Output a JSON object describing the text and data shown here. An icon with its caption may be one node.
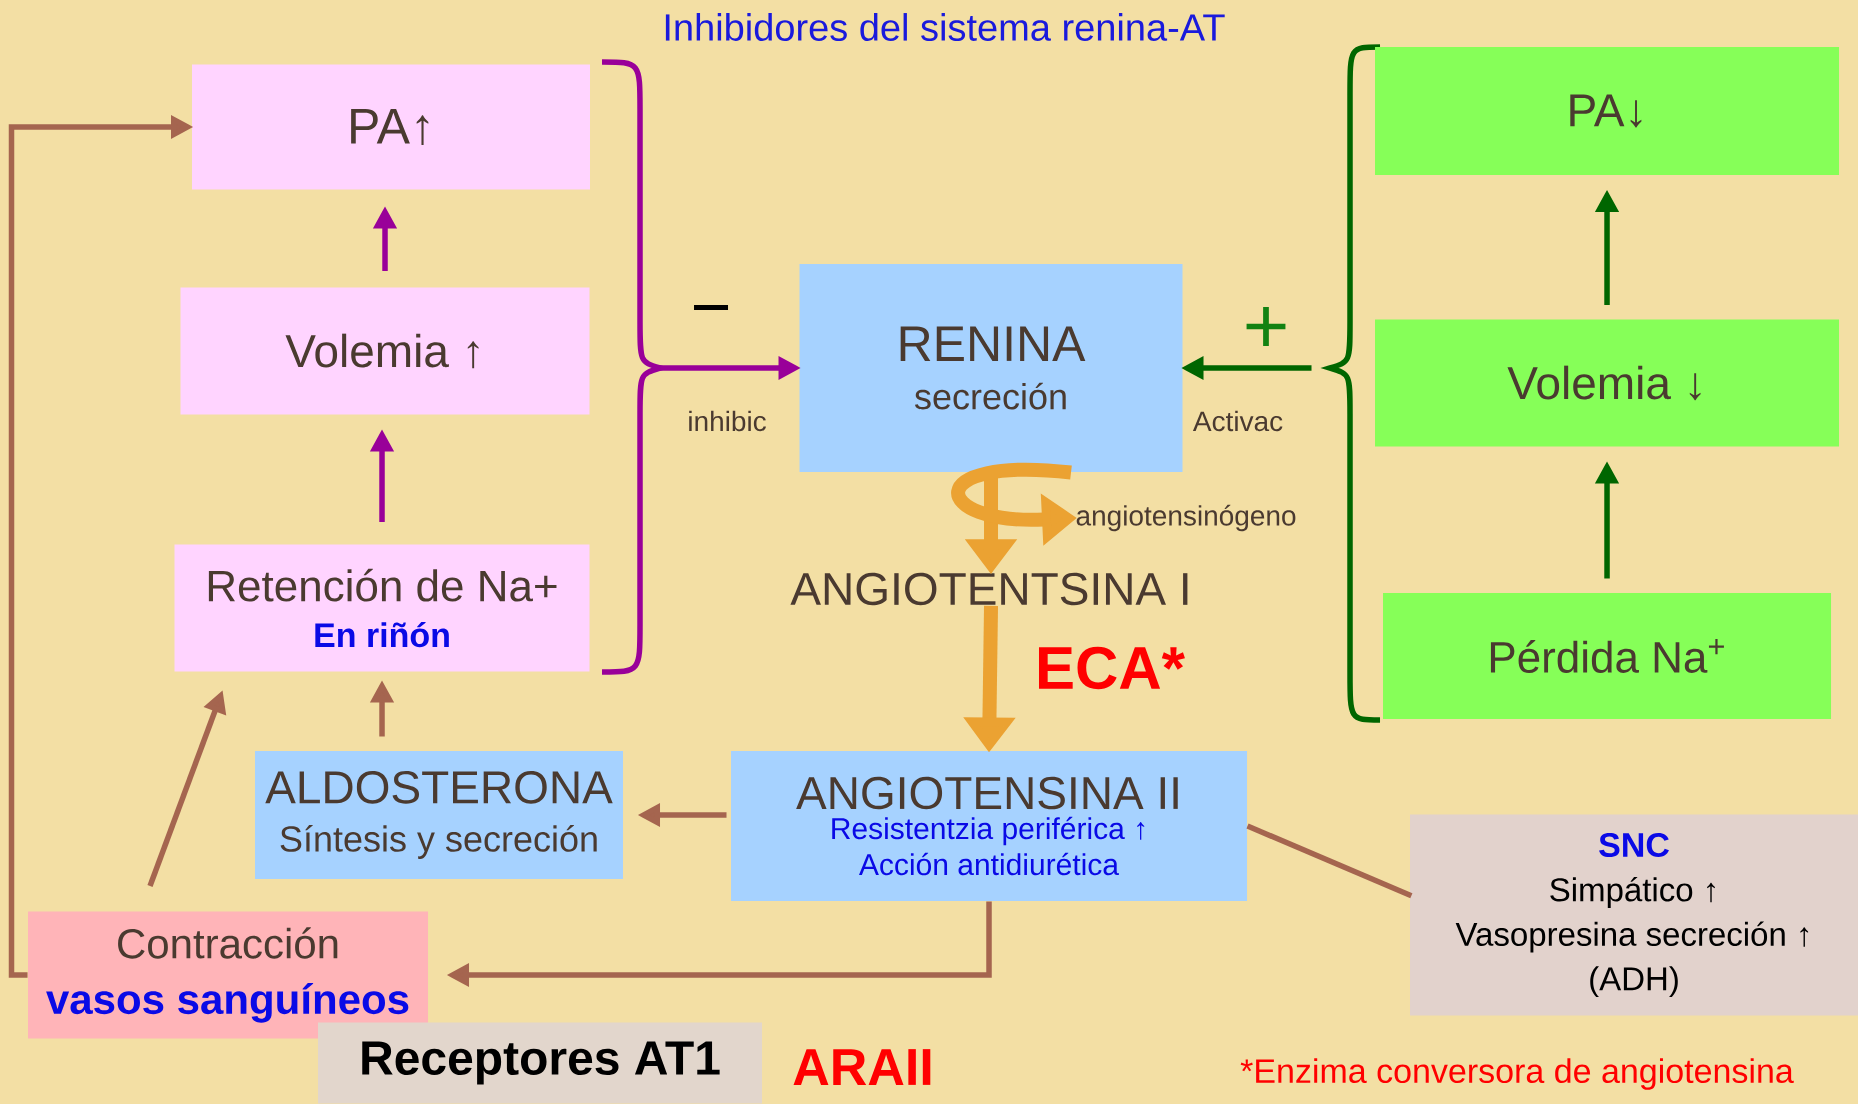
{
  "diagram": {
    "title": "Inhibidores del sistema renina-AT",
    "nodes": [
      {
        "text": [
          "PA↑"
        ]
      },
      {
        "text": [
          "Volemia ↑"
        ]
      },
      {
        "text": [
          "Retención de Na+",
          "En riñón"
        ]
      },
      {
        "text": [
          "RENINA",
          "secreción"
        ]
      },
      {
        "text": [
          "ANGIOTENTSINA I"
        ]
      },
      {
        "text": [
          "angiotensinógeno"
        ]
      },
      {
        "text": [
          "ANGIOTENSINA II",
          "Resistentzia periférica ↑ Acción antidiurética"
        ]
      },
      {
        "text": [
          "ALDOSTERONA",
          "Síntesis y secreción"
        ]
      },
      {
        "text": [
          "Contracción",
          "vasos sanguíneos"
        ]
      },
      {
        "text": [
          "SNC",
          "Simpático ↑",
          "Vasopresina secreción ↑",
          "(ADH)"
        ]
      },
      {
        "text": [
          "Receptores AT1"
        ],
        "beside": [
          "ARAII"
        ]
      },
      {
        "text": [
          "PA↓"
        ]
      },
      {
        "text": [
          "Volemia ↓"
        ]
      },
      {
        "text": [
          "Pérdida Na$^{+}$"
        ]
      }
    ],
    "edges": [
      {
        "from": 1,
        "to": 0,
        "arrow": "to",
        "color": "#990099"
      },
      {
        "from": 2,
        "to": 1,
        "arrow": "to",
        "color": "#990099"
      },
      {
        "from": 1,
        "to": 3,
        "arrow": "to",
        "label": "inhibic",
        "color": "#990099"
      },
      {
        "from": 12,
        "to": 3,
        "arrow": "to",
        "label": "Activac",
        "color": "#006600"
      },
      {
        "from": 13,
        "to": 12,
        "arrow": "to",
        "color": "#006600"
      },
      {
        "from": 12,
        "to": 11,
        "arrow": "to",
        "color": "#006600"
      },
      {
        "from": 3,
        "to": 4,
        "arrow": "to",
        "style": "thick",
        "color": "#eba232"
      },
      {
        "from": 3,
        "to": 5,
        "arrow": "to",
        "style": "thick",
        "color": "#eba232"
      },
      {
        "from": 4,
        "to": 6,
        "arrow": "to",
        "label": "ECA*",
        "style": "thick",
        "color": "#eba232"
      },
      {
        "from": 7,
        "to": 2,
        "arrow": "to"
      },
      {
        "from": 8,
        "to": 2,
        "arrow": "to"
      },
      {
        "from": 6,
        "to": 7,
        "arrow": "to"
      },
      {
        "from": 6,
        "to": 8,
        "arrow": "to"
      },
      {
        "from": 8,
        "to": 0,
        "arrow": "to"
      },
      {
        "from": 6,
        "to": 9,
        "arrow": "none"
      }
    ],
    "labels": [
      "−",
      "+",
      "*Enzima conversora de angiotensina"
    ]
  }
}
